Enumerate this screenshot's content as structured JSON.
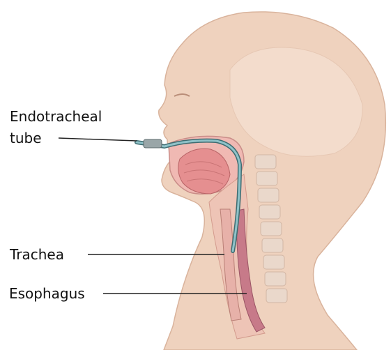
{
  "labels": {
    "endotracheal_line1": "Endotracheal",
    "endotracheal_line2": "tube",
    "trachea": "Trachea",
    "esophagus": "Esophagus"
  },
  "colors": {
    "skin": "#efd2be",
    "skin_shadow": "#e0b79f",
    "tissue_pink": "#e7a7a3",
    "tongue": "#e58f90",
    "airway_line": "#b08082",
    "tube": "#6ea7ad",
    "tube_dark": "#3e6c71",
    "spine": "#ead8cb",
    "esophagus": "#c77a89",
    "leader_line": "#222222"
  }
}
